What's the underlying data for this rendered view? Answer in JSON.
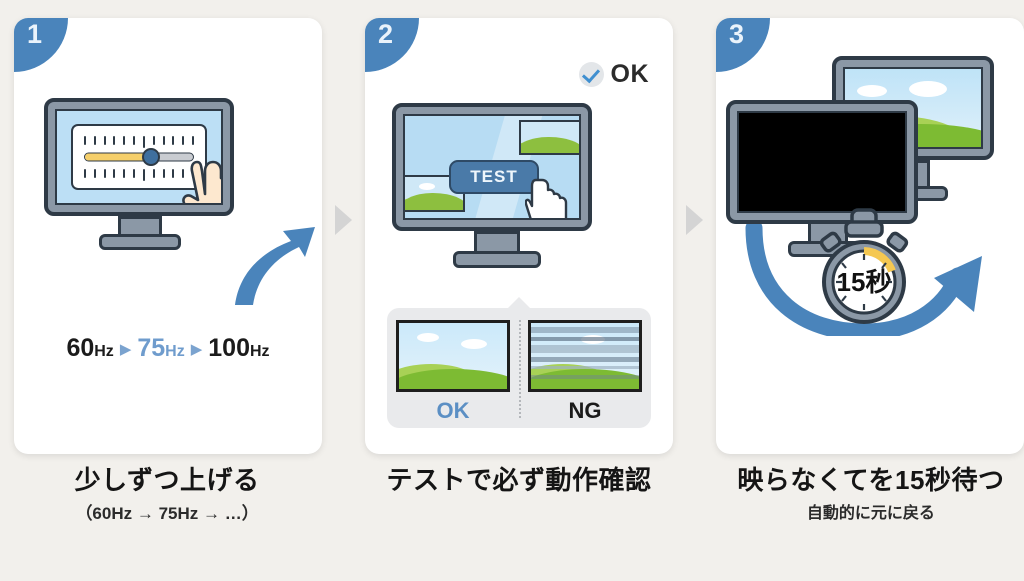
{
  "page": {
    "background_color": "#f2f0ec",
    "accent_blue": "#4a84bb",
    "accent_amber": "#f5cf6b"
  },
  "separator_icon": "play-triangle-icon",
  "steps": [
    {
      "number": "1",
      "badge_name": "step-number-badge-1",
      "monitor": {
        "icon": "monitor-icon",
        "content": "refresh-rate-slider"
      },
      "slider": {
        "name": "refresh-rate-slider",
        "fill_percent": 63,
        "filled_color": "#f5cf6b",
        "knob_color": "#3f6f9e"
      },
      "cursor_icon": "pointing-hand-icon",
      "arrow_icon": "curved-up-arrow-icon",
      "hz_sequence": [
        {
          "value": "60",
          "unit": "Hz",
          "highlight": false
        },
        {
          "value": "75",
          "unit": "Hz",
          "highlight": true
        },
        {
          "value": "100",
          "unit": "Hz",
          "highlight": false
        }
      ],
      "hz_separator": "▶",
      "caption": "少しずつ上げる",
      "subcaption": "（60Hz → 75Hz → …）"
    },
    {
      "number": "2",
      "badge_name": "step-number-badge-2",
      "status_badge": {
        "icon": "check-circle-icon",
        "label": "OK"
      },
      "monitor": {
        "icon": "monitor-icon",
        "button_label": "TEST",
        "thumbnails": 2,
        "cursor_icon": "pointing-hand-cursor-icon"
      },
      "comparison": {
        "left": {
          "label": "OK",
          "state": "clean-image",
          "color": "#5b8fc4"
        },
        "right": {
          "label": "NG",
          "state": "glitched-image",
          "color": "#1b1b1b"
        }
      },
      "caption": "テストで必ず動作確認",
      "subcaption": ""
    },
    {
      "number": "3",
      "badge_name": "step-number-badge-3",
      "monitors": [
        {
          "icon": "monitor-icon",
          "state": "showing-landscape"
        },
        {
          "icon": "monitor-icon",
          "state": "black-screen"
        }
      ],
      "stopwatch": {
        "icon": "stopwatch-icon",
        "label": "15秒",
        "arc_color": "#f5c851"
      },
      "arrow_icon": "circular-revert-arrow-icon",
      "caption": "映らなくてを15秒待つ",
      "subcaption": "自動的に元に戻る"
    }
  ]
}
